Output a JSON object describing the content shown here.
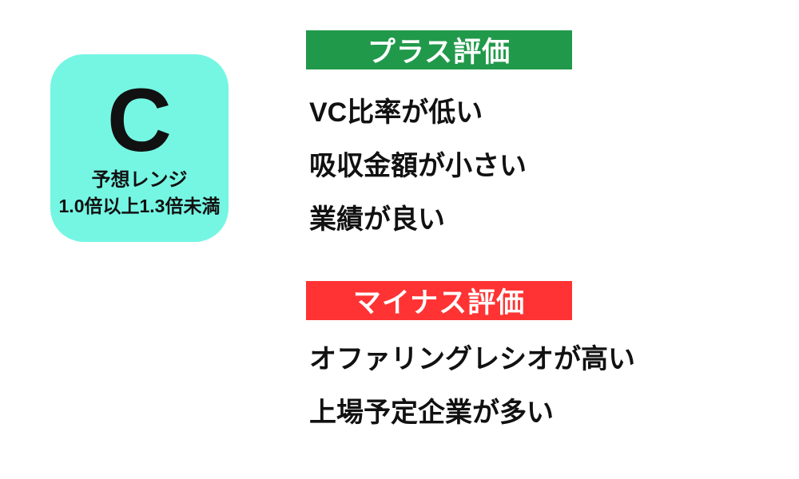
{
  "badge": {
    "grade": "C",
    "range_label": "予想レンジ",
    "range_value": "1.0倍以上1.3倍未満",
    "bg_color": "#75F6E3",
    "text_color": "#111111"
  },
  "plus_section": {
    "header_label": "プラス評価",
    "header_bg": "#21994A",
    "header_text_color": "#FFFFFF",
    "items": [
      "VC比率が低い",
      "吸収金額が小さい",
      "業績が良い"
    ]
  },
  "minus_section": {
    "header_label": "マイナス評価",
    "header_bg": "#FF3333",
    "header_text_color": "#FFFFFF",
    "items": [
      "オファリングレシオが高い",
      "上場予定企業が多い"
    ]
  }
}
